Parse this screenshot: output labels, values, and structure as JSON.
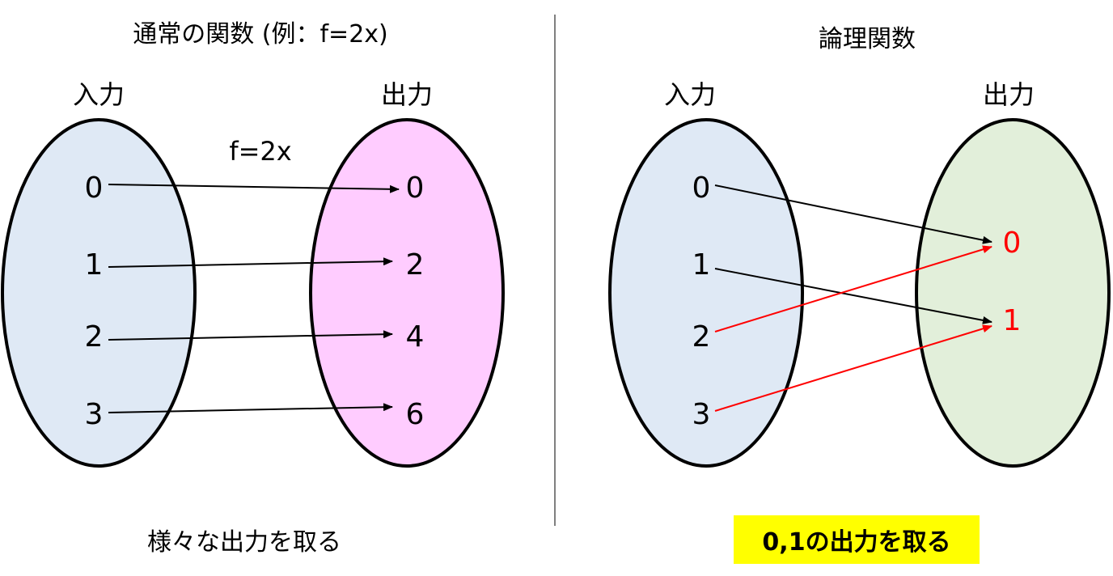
{
  "left": {
    "title": "通常の関数 (例：f=2x)",
    "input_label": "入力",
    "output_label": "出力",
    "function_label": "f=2x",
    "inputs": [
      "0",
      "1",
      "2",
      "3"
    ],
    "outputs": [
      "0",
      "2",
      "4",
      "6"
    ],
    "caption": "様々な出力を取る",
    "colors": {
      "input_fill": "#dfe9f5",
      "output_fill": "#ffccff",
      "arrow": "#000000"
    }
  },
  "right": {
    "title": "論理関数",
    "input_label": "入力",
    "output_label": "出力",
    "inputs": [
      "0",
      "1",
      "2",
      "3"
    ],
    "outputs": [
      "0",
      "1"
    ],
    "caption": "0,1の出力を取る",
    "colors": {
      "input_fill": "#dfe9f5",
      "output_fill": "#e2efda",
      "output_text": "#ff0000",
      "caption_highlight": "#ffff00",
      "arrow_black": "#000000",
      "arrow_red": "#ff0000"
    }
  }
}
